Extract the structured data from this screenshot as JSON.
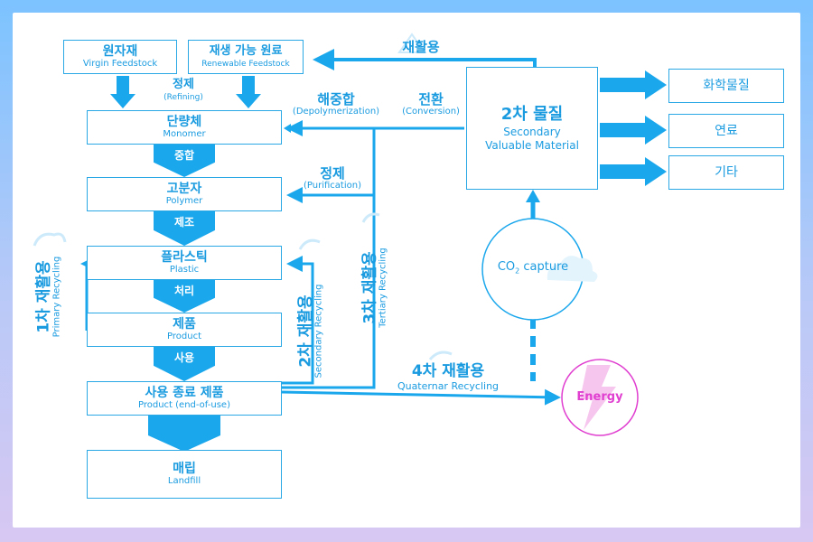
{
  "sources": {
    "virgin": {
      "kr": "원자재",
      "en": "Virgin Feedstock"
    },
    "renewable": {
      "kr": "재생 가능 원료",
      "en": "Renewable Feedstock"
    }
  },
  "refining": {
    "kr": "정제",
    "en": "(Refining)"
  },
  "chain": [
    {
      "kr": "단량체",
      "en": "Monomer"
    },
    {
      "kr": "고분자",
      "en": "Polymer"
    },
    {
      "kr": "플라스틱",
      "en": "Plastic"
    },
    {
      "kr": "제품",
      "en": "Product"
    },
    {
      "kr": "사용 종료 제품",
      "en": "Product (end-of-use)"
    },
    {
      "kr": "매립",
      "en": "Landfill"
    }
  ],
  "steps": [
    "중합",
    "제조",
    "처리",
    "사용"
  ],
  "reuse_top": "재활용",
  "depolymerization": {
    "kr": "해중합",
    "en": "(Depolymerization)"
  },
  "conversion": {
    "kr": "전환",
    "en": "(Conversion)"
  },
  "purification": {
    "kr": "정제",
    "en": "(Purification)"
  },
  "secondary_material": {
    "kr": "2차 물질",
    "en1": "Secondary",
    "en2": "Valuable Material"
  },
  "outputs": [
    "화학물질",
    "연료",
    "기타"
  ],
  "co2": {
    "main": "CO",
    "sub": "2",
    "rest": " capture"
  },
  "energy": "Energy",
  "recycling": {
    "primary": {
      "kr": "1차 재활용",
      "en": "Primary Recycling"
    },
    "secondary": {
      "kr": "2차 재활용",
      "en": "Secondary Recycling"
    },
    "tertiary": {
      "kr": "3차 재활용",
      "en": "Tertiary Recycling"
    },
    "quaternary": {
      "kr": "4차 재활용",
      "en": "Quaternar Recycling"
    }
  },
  "colors": {
    "primary": "#1ba7ec",
    "energy": "#e03fd0"
  }
}
